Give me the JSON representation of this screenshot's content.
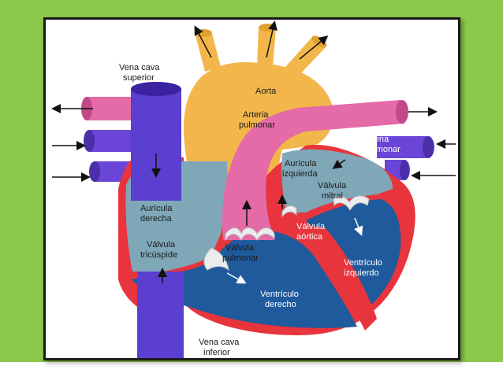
{
  "labels": {
    "vena_cava_superior_1": "Vena cava",
    "vena_cava_superior_2": "superior",
    "aorta": "Aorta",
    "arteria_pulmonar_1": "Arteria",
    "arteria_pulmonar_2": "pulmonar",
    "vena_pulmonar_1": "Vena",
    "vena_pulmonar_2": "pulmonar",
    "auricula_izquierda_1": "Aurícula",
    "auricula_izquierda_2": "izquierda",
    "valvula_mitral_1": "Válvula",
    "valvula_mitral_2": "mitral",
    "auricula_derecha_1": "Aurícula",
    "auricula_derecha_2": "derecha",
    "valvula_aortica_1": "Válvula",
    "valvula_aortica_2": "aórtica",
    "valvula_tricuspide_1": "Válvula",
    "valvula_tricuspide_2": "tricúspide",
    "valvula_pulmonar_1": "Válvula",
    "valvula_pulmonar_2": "pulmonar",
    "ventriculo_izquierdo_1": "Ventrículo",
    "ventriculo_izquierdo_2": "izquierdo",
    "ventriculo_derecho_1": "Ventrículo",
    "ventriculo_derecho_2": "derecho",
    "vena_cava_inferior_1": "Vena cava",
    "vena_cava_inferior_2": "inferior"
  },
  "colors": {
    "slide_bg": "#8cc94b",
    "aorta": "#f2b64a",
    "pulmonary": "#e46aa8",
    "vena_cava": "#5a3fd0",
    "muscle": "#e8343c",
    "atrium": "#7fa7b8",
    "ventricle": "#1f5a9c",
    "valve": "#e8e8e8"
  }
}
